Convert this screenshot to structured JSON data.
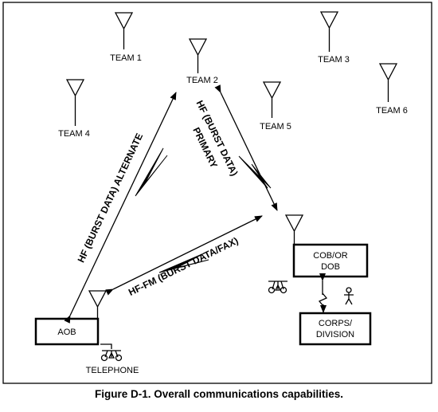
{
  "teams": {
    "team1": "TEAM 1",
    "team2": "TEAM 2",
    "team3": "TEAM 3",
    "team4": "TEAM 4",
    "team5": "TEAM 5",
    "team6": "TEAM 6"
  },
  "nodes": {
    "aob": "AOB",
    "cob_line1": "COB/OR",
    "cob_line2": "DOB",
    "corps_line1": "CORPS/",
    "corps_line2": "DIVISION",
    "telephone": "TELEPHONE"
  },
  "links": {
    "alternate": "HF (BURST DATA) ALTERNATE",
    "primary_line1": "HF (BURST DATA)",
    "primary_line2": "PRIMARY",
    "hf_fm": "HF-FM (BURST DATA/FAX)"
  },
  "caption": "Figure D-1. Overall communications capabilities.",
  "icons": [
    "antenna-icon",
    "telephone-icon",
    "person-icon",
    "lightning-icon",
    "arrow-icon"
  ]
}
